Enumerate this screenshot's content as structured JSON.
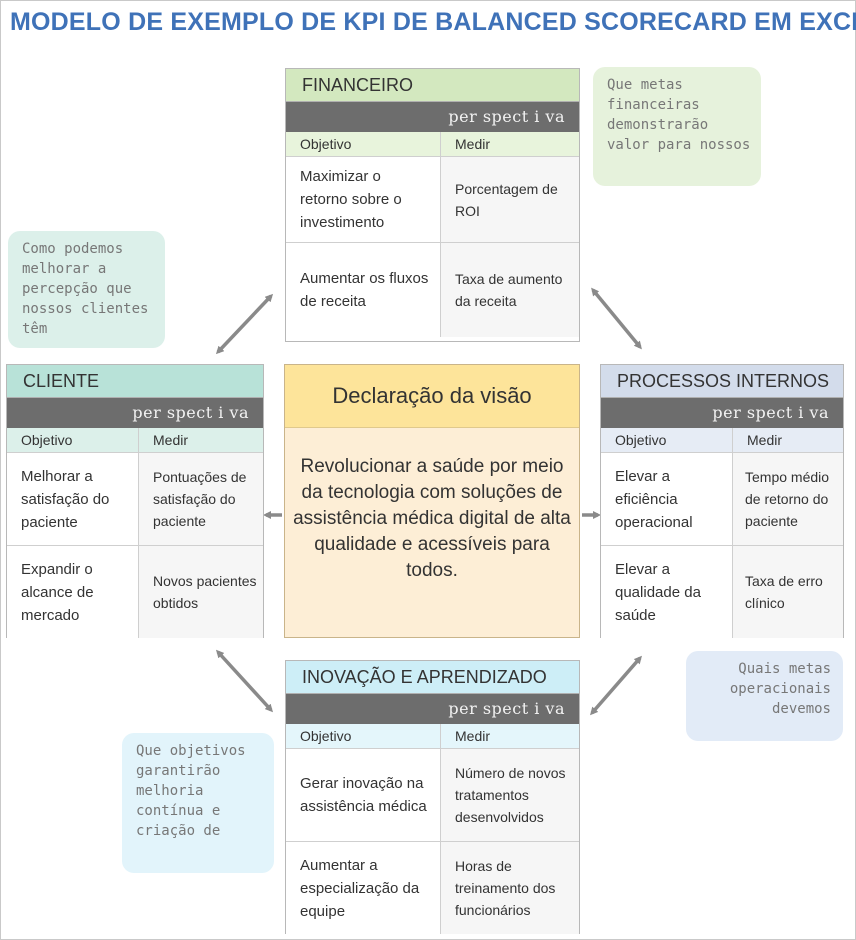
{
  "title": "MODELO DE EXEMPLO DE KPI DE BALANCED SCORECARD EM EXCEL",
  "colors": {
    "title": "#3f72b8",
    "financeiro_header": "#d3e8bf",
    "financeiro_cols": "#e8f4dc",
    "cliente_header": "#b8e2d8",
    "cliente_cols": "#dcf0ea",
    "processos_header": "#d3dceb",
    "processos_cols": "#e6ecf5",
    "inovacao_header": "#cdeef7",
    "inovacao_cols": "#e4f6fb",
    "vision_header": "#fde49a",
    "vision_body": "#fdeed6",
    "perspective_bar": "#6d6d6d"
  },
  "quadrants": {
    "financeiro": {
      "title": "FINANCEIRO",
      "perspective": "per spect i va",
      "col_objective": "Objetivo",
      "col_measure": "Medir",
      "rows": [
        {
          "objective": "Maximizar o retorno sobre o investimento",
          "measure": "Porcentagem de ROI"
        },
        {
          "objective": "Aumentar os fluxos de receita",
          "measure": "Taxa de aumento da receita"
        }
      ]
    },
    "cliente": {
      "title": "CLIENTE",
      "perspective": "per spect i va",
      "col_objective": "Objetivo",
      "col_measure": "Medir",
      "rows": [
        {
          "objective": "Melhorar a satisfação do paciente",
          "measure": "Pontuações de satisfação do paciente"
        },
        {
          "objective": "Expandir o alcance de mercado",
          "measure": "Novos pacientes obtidos"
        }
      ]
    },
    "processos": {
      "title": "PROCESSOS INTERNOS",
      "perspective": "per spect i va",
      "col_objective": "Objetivo",
      "col_measure": "Medir",
      "rows": [
        {
          "objective": "Elevar a eficiência operacional",
          "measure": "Tempo médio de retorno do paciente"
        },
        {
          "objective": "Elevar a qualidade da saúde",
          "measure": "Taxa de erro clínico"
        }
      ]
    },
    "inovacao": {
      "title": "INOVAÇÃO E APRENDIZADO",
      "perspective": "per spect i va",
      "col_objective": "Objetivo",
      "col_measure": "Medir",
      "rows": [
        {
          "objective": "Gerar inovação na assistência médica",
          "measure": "Número de novos tratamentos desenvolvidos"
        },
        {
          "objective": "Aumentar a especialização da equipe",
          "measure": "Horas de treinamento dos funcionários"
        }
      ]
    }
  },
  "vision": {
    "title": "Declaração da visão",
    "text": "Revolucionar a saúde por meio da tecnologia com soluções de assistência médica digital de alta qualidade e acessíveis para todos."
  },
  "notes": {
    "financeiro": "Que metas financeiras demonstrarão valor para nossos",
    "cliente": "Como podemos melhorar a percepção que nossos clientes têm",
    "processos": "Quais metas operacionais devemos",
    "inovacao": "Que objetivos garantirão melhoria contínua e criação de"
  }
}
